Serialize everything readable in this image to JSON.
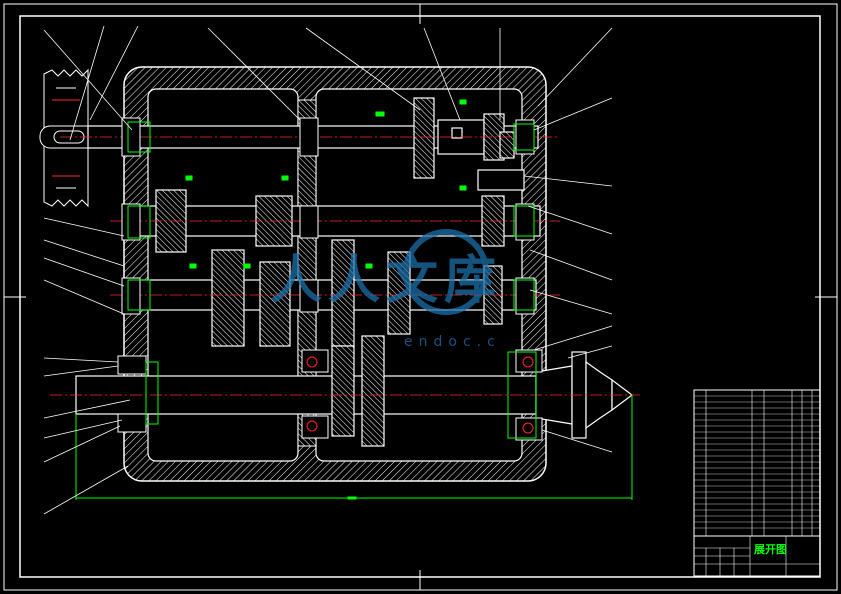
{
  "title_block": {
    "drawing_title": "展开图"
  },
  "watermark": {
    "text": "人人文库",
    "url": "endoc.c"
  },
  "colors": {
    "background": "#000000",
    "outline": "#ffffff",
    "dimension": "#00ff00",
    "center_line": "#ff2a2a",
    "title_green": "#00ff00",
    "watermark": "#1a6fa8"
  }
}
